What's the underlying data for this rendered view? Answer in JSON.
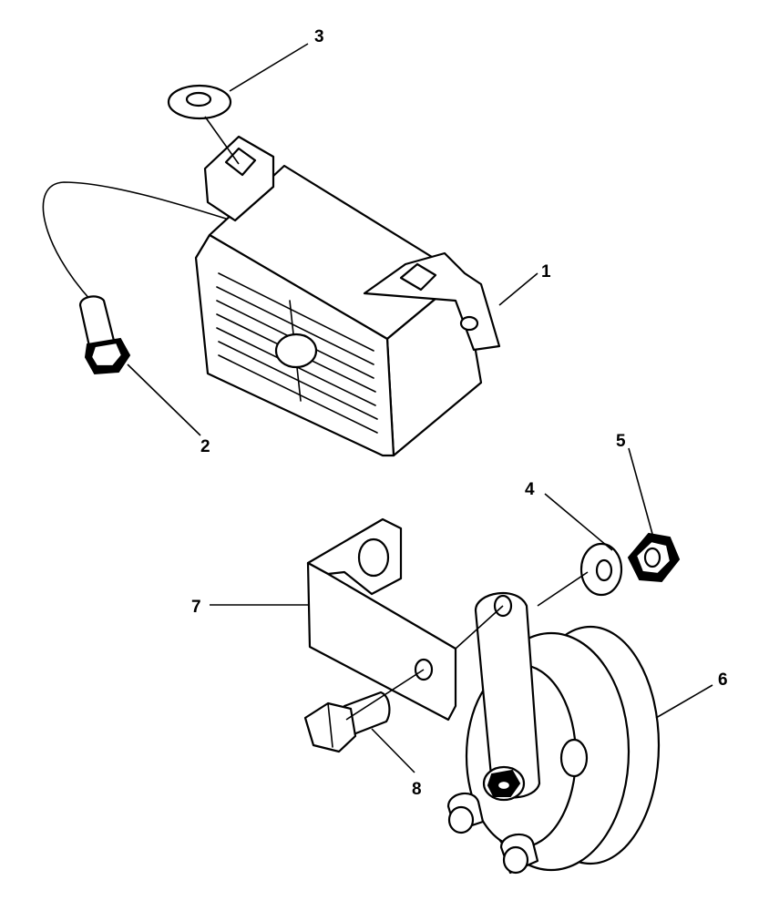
{
  "callouts": [
    {
      "label": "1",
      "part": "backup-alarm"
    },
    {
      "label": "2",
      "part": "alarm-terminal-bolt"
    },
    {
      "label": "3",
      "part": "alarm-washer"
    },
    {
      "label": "4",
      "part": "horn-washer"
    },
    {
      "label": "5",
      "part": "horn-nut"
    },
    {
      "label": "6",
      "part": "horn"
    },
    {
      "label": "7",
      "part": "horn-bracket"
    },
    {
      "label": "8",
      "part": "bracket-bolt"
    }
  ],
  "colors": {
    "line": "#000000",
    "background": "#ffffff"
  }
}
